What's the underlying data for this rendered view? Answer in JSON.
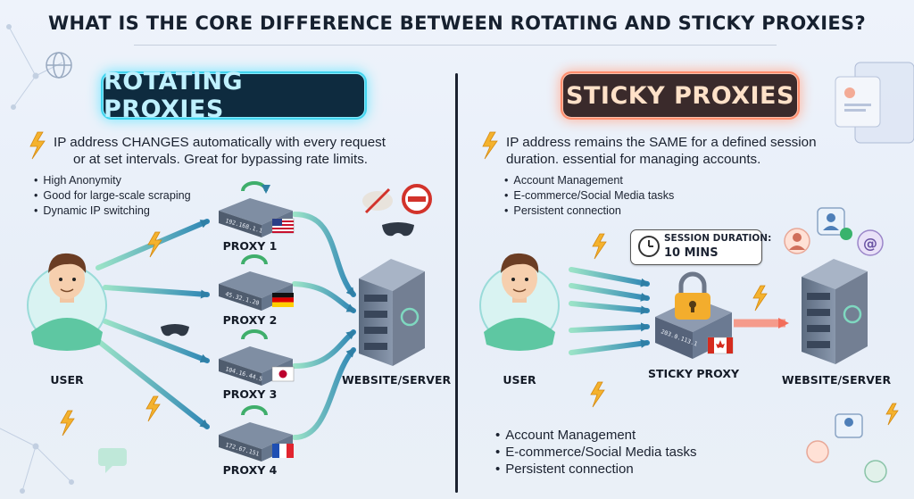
{
  "title": "WHAT IS THE CORE DIFFERENCE BETWEEN ROTATING AND STICKY PROXIES?",
  "rotating": {
    "heading": "ROTATING PROXIES",
    "description_line1": "IP address CHANGES automatically with every request",
    "description_line2": "or at set intervals. Great for bypassing rate limits.",
    "features": [
      "High Anonymity",
      "Good for large-scale scraping",
      "Dynamic IP switching"
    ],
    "user_label": "USER",
    "server_label": "WEBSITE/SERVER",
    "proxies": [
      {
        "label": "PROXY 1",
        "ip": "192.168.1.1",
        "flag": "United States"
      },
      {
        "label": "PROXY 2",
        "ip": "45.32.1.20",
        "flag": "Germany"
      },
      {
        "label": "PROXY 3",
        "ip": "104.16.44.5",
        "flag": "Japan"
      },
      {
        "label": "PROXY 4",
        "ip": "172.67.151",
        "flag": "France"
      }
    ],
    "colors": {
      "glow": "#43d4ee",
      "arrow": "#2f95b0"
    }
  },
  "sticky": {
    "heading": "STICKY PROXIES",
    "description_line1": "IP address remains the SAME for a defined session",
    "description_line2": "duration.  essential for managing accounts.",
    "features": [
      "Account Management",
      "E-commerce/Social Media tasks",
      "Persistent connection"
    ],
    "features_bottom": [
      "Account Management",
      "E-commerce/Social Media tasks",
      "Persistent connection"
    ],
    "session_label": "SESSION DURATION:",
    "session_value": "10 MINS",
    "user_label": "USER",
    "proxy_label": "STICKY PROXY",
    "proxy_ip": "203.0.113.1",
    "proxy_flag": "Canada",
    "server_label": "WEBSITE/SERVER",
    "colors": {
      "glow": "#ff8e6e",
      "arrow": "#f27c6b"
    }
  },
  "icons": [
    "lightning-icon",
    "globe-icon",
    "mask-icon",
    "no-entry-icon",
    "cookie-blocked-icon",
    "refresh-icon",
    "padlock-icon",
    "clock-icon",
    "at-sign-icon",
    "chat-icon"
  ]
}
